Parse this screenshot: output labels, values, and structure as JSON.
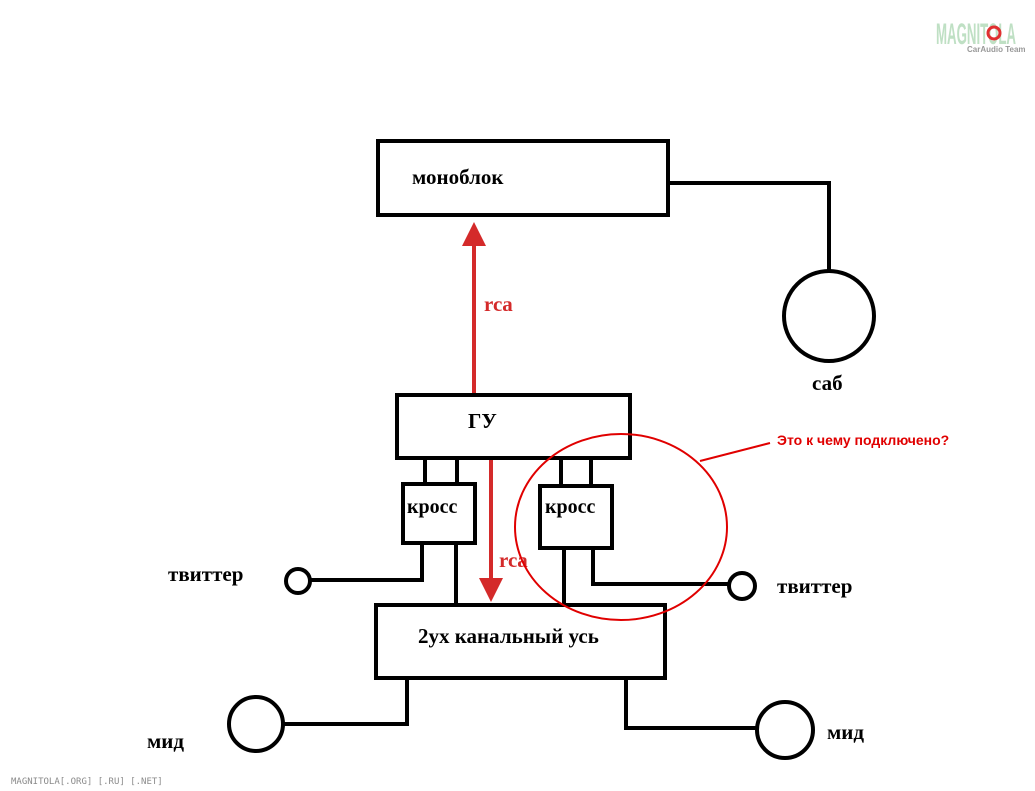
{
  "watermark": {
    "logo_text": "MAGNITOLA",
    "logo_subtitle": "CarAudio Team",
    "footer_text": "MAGNITOLA[.ORG] [.RU] [.NET]"
  },
  "blocks": {
    "monoblock": "моноблок",
    "head_unit": "ГУ",
    "cross_left": "кросс",
    "cross_right": "кросс",
    "amp": "2ух канальный усь"
  },
  "speakers": {
    "sub": "саб",
    "tweeter_left": "твиттер",
    "tweeter_right": "твиттер",
    "mid_left": "мид",
    "mid_right": "мид"
  },
  "connections": {
    "rca_top": "rca",
    "rca_bottom": "rca"
  },
  "annotation": {
    "text": "Это к чему подключено?"
  },
  "colors": {
    "wire": "#000000",
    "rca_arrow": "#d42a2a",
    "annotation": "#e00000"
  }
}
